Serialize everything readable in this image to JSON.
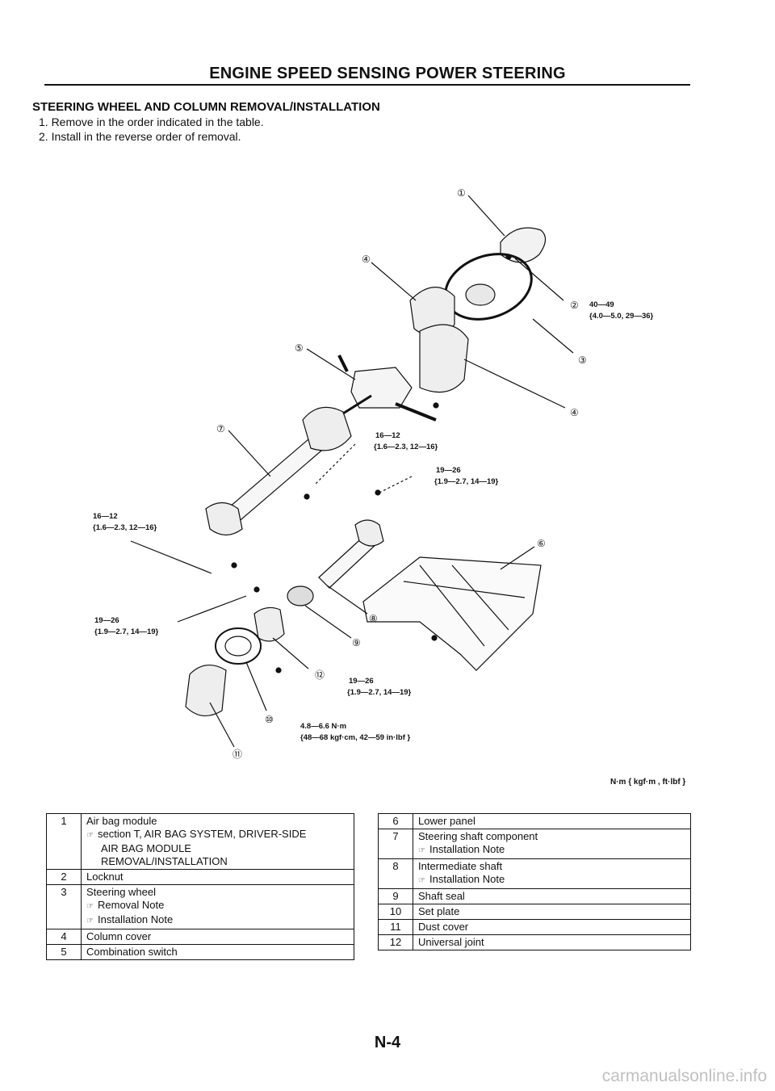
{
  "header": {
    "title": "ENGINE SPEED SENSING POWER STEERING"
  },
  "section": {
    "title": "STEERING WHEEL AND COLUMN REMOVAL/INSTALLATION",
    "instructions": [
      "1. Remove in the order indicated in the table.",
      "2. Install in the reverse order of removal."
    ]
  },
  "diagram": {
    "callouts": [
      "①",
      "②",
      "③",
      "④",
      "④",
      "⑤",
      "⑥",
      "⑦",
      "⑧",
      "⑨",
      "⑩",
      "⑪",
      "⑫"
    ],
    "torque_specs": {
      "locknut_a": "40—49",
      "locknut_b": "{4.0—5.0, 29—36}",
      "upper_a": "16—12",
      "upper_b": "{1.6—2.3, 12—16}",
      "mid_a": "19—26",
      "mid_b": "{1.9—2.7, 14—19}",
      "left_a": "16—12",
      "left_b": "{1.6—2.3, 12—16}",
      "lowleft_a": "19—26",
      "lowleft_b": "{1.9—2.7, 14—19}",
      "lowmid_a": "19—26",
      "lowmid_b": "{1.9—2.7, 14—19}",
      "seal_a": "4.8—6.6 N·m",
      "seal_b": "{48—68 kgf·cm, 42—59 in·lbf }"
    },
    "unit_note": "N·m { kgf·m , ft·lbf }"
  },
  "table_left": [
    {
      "num": "1",
      "name": "Air bag module",
      "ref": "section T, AIR BAG SYSTEM, DRIVER-SIDE",
      "ref_cont": [
        "AIR BAG MODULE",
        "REMOVAL/INSTALLATION"
      ]
    },
    {
      "num": "2",
      "name": "Locknut"
    },
    {
      "num": "3",
      "name": "Steering wheel",
      "notes": [
        "Removal Note",
        "Installation Note"
      ]
    },
    {
      "num": "4",
      "name": "Column cover"
    },
    {
      "num": "5",
      "name": "Combination switch"
    }
  ],
  "table_right": [
    {
      "num": "6",
      "name": "Lower panel"
    },
    {
      "num": "7",
      "name": "Steering shaft component",
      "notes": [
        "Installation Note"
      ]
    },
    {
      "num": "8",
      "name": "Intermediate shaft",
      "notes": [
        "Installation Note"
      ]
    },
    {
      "num": "9",
      "name": "Shaft seal"
    },
    {
      "num": "10",
      "name": "Set plate"
    },
    {
      "num": "11",
      "name": "Dust cover"
    },
    {
      "num": "12",
      "name": "Universal joint"
    }
  ],
  "ref_icon": "reference-hand-icon",
  "page_number": "N-4",
  "watermark": "carmanualsonline.info"
}
